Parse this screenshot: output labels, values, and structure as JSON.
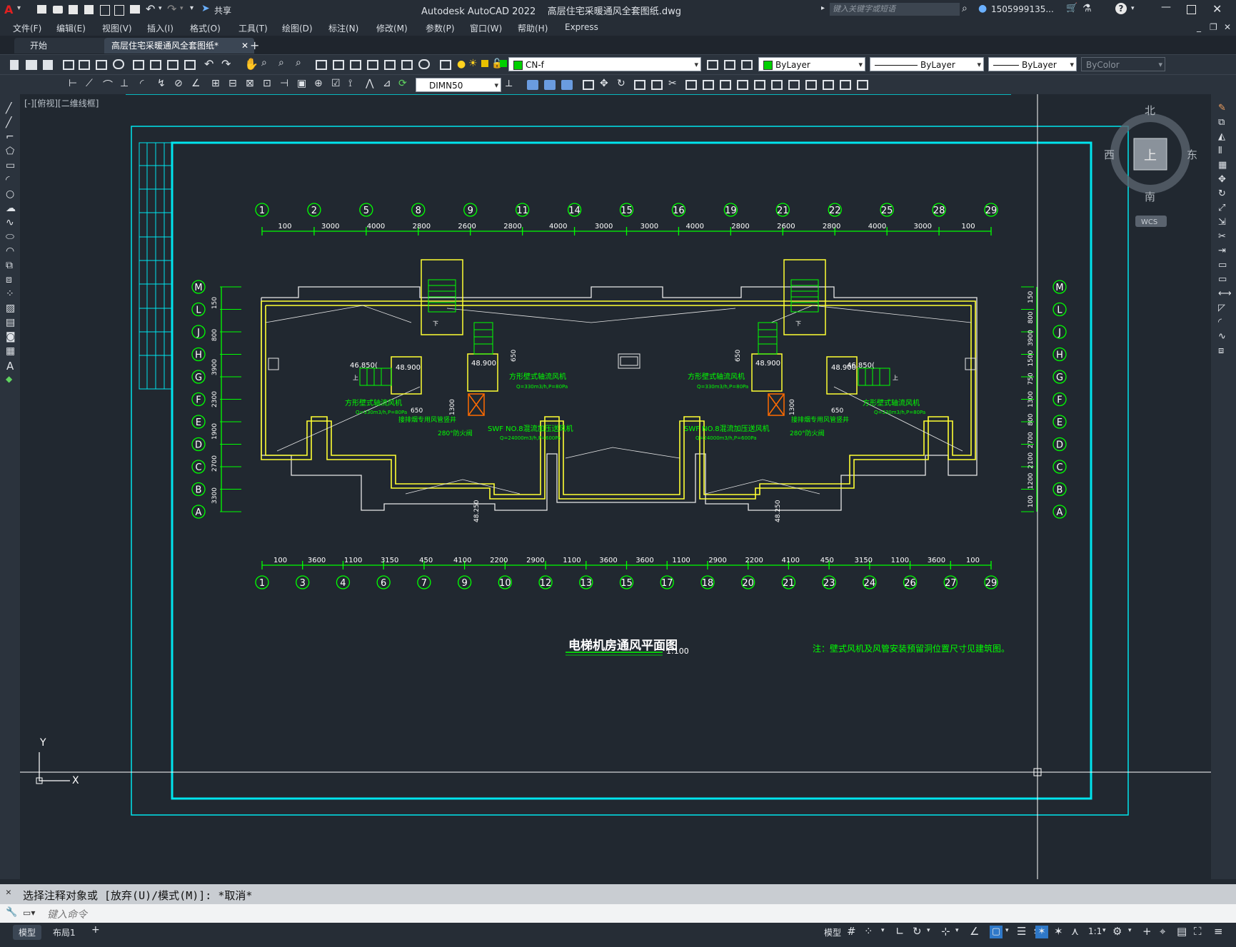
{
  "window": {
    "title": "Autodesk AutoCAD 2022    高层住宅采暖通风全套图纸.dwg",
    "share_label": "共享",
    "search_placeholder": "键入关键字或短语",
    "user": "1505999135...",
    "help_label": "?"
  },
  "menu": [
    "文件(F)",
    "编辑(E)",
    "视图(V)",
    "插入(I)",
    "格式(O)",
    "工具(T)",
    "绘图(D)",
    "标注(N)",
    "修改(M)",
    "参数(P)",
    "窗口(W)",
    "帮助(H)",
    "Express"
  ],
  "tabs": [
    {
      "label": "开始",
      "active": false
    },
    {
      "label": "高层住宅采暖通风全套图纸*",
      "active": true
    }
  ],
  "toolbar": {
    "layer_value": "CN-f",
    "color_value": "ByLayer",
    "linetype_value": "ByLayer",
    "lineweight_value": "ByLayer",
    "plotstyle_value": "ByColor",
    "dimstyle_value": "DIMN50"
  },
  "viewport": {
    "label": "[-][俯视][二维线框]",
    "viewcube_top": "上",
    "north": "北",
    "south": "南",
    "east": "东",
    "west": "西",
    "wcs": "WCS",
    "ucs_x": "X",
    "ucs_y": "Y"
  },
  "drawing": {
    "title": "电梯机房通风平面图",
    "scale": "1:100",
    "note": "注：壁式风机及风管安装预留洞位置尺寸见建筑图。",
    "top_axes": [
      "1",
      "2",
      "5",
      "8",
      "9",
      "11",
      "14",
      "15",
      "16",
      "19",
      "21",
      "22",
      "25",
      "28",
      "29"
    ],
    "top_dims": [
      "100",
      "3000",
      "4000",
      "2800",
      "2600",
      "2800",
      "4000",
      "3000",
      "3000",
      "4000",
      "2800",
      "2600",
      "2800",
      "4000",
      "3000",
      "100"
    ],
    "bottom_axes": [
      "1",
      "3",
      "4",
      "6",
      "7",
      "9",
      "10",
      "12",
      "13",
      "15",
      "17",
      "18",
      "20",
      "21",
      "23",
      "24",
      "26",
      "27",
      "29"
    ],
    "bottom_dims": [
      "100",
      "3600",
      "1100",
      "3150",
      "450",
      "4100",
      "2200",
      "2900",
      "1100",
      "3600",
      "3600",
      "1100",
      "2900",
      "2200",
      "4100",
      "450",
      "3150",
      "1100",
      "3600",
      "100"
    ],
    "row_axes": [
      "M",
      "L",
      "J",
      "H",
      "G",
      "F",
      "E",
      "D",
      "C",
      "B",
      "A"
    ],
    "left_dims": [
      "150",
      "800",
      "3900",
      "2300",
      "1900",
      "2700",
      "3300"
    ],
    "right_dims": [
      "150",
      "800",
      "3900",
      "1500",
      "750",
      "1300",
      "800",
      "2700",
      "2100",
      "1200",
      "100"
    ],
    "levels": [
      "46.850(",
      "48.900",
      "48.900",
      "48.900",
      "48.900",
      "46.850(",
      "48.250",
      "48.250"
    ],
    "fan_label": "方形壁式轴流风机",
    "fan_spec": "Q=330m3/h,P=80Pa",
    "fan_label_2": "SWF NO.8混流加压送风机",
    "fan_spec_2": "Q=24000m3/h,P=600Pa",
    "duct_note": "接排烟专用风管竖井",
    "valve_note": "280°防火阀",
    "dim_650": "650",
    "dim_1300": "1300",
    "stair_down": "下",
    "stair_up": "上"
  },
  "command": {
    "history": "选择注释对象或 [放弃(U)/模式(M)]: *取消*",
    "placeholder": "键入命令"
  },
  "status": {
    "layout_tabs": [
      "模型",
      "布局1"
    ],
    "model_label": "模型",
    "scale": "1:1"
  },
  "colors": {
    "canvas": "#212830",
    "axis_green": "#00ff00",
    "frame_cyan": "#00e5ee",
    "wall_yellow": "#ffff33",
    "line_white": "#e8e8e8"
  }
}
